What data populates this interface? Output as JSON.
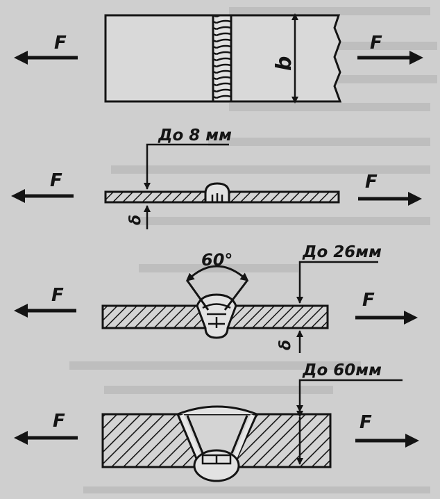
{
  "labels": {
    "force": "F",
    "width": "b",
    "thickness": "δ",
    "limit_8": "До 8 мм",
    "limit_26": "До 26мм",
    "limit_60": "До 60мм",
    "angle": "60°"
  },
  "colors": {
    "paper": "#cfcfcf",
    "ink": "#141414",
    "background_text": "#9a9a9a"
  }
}
